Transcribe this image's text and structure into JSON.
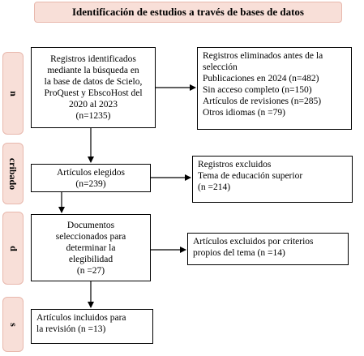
{
  "title": "Identificación de estudios a través de bases de datos",
  "phases": {
    "identification": "n",
    "screening": "cribado",
    "eligibility": "d",
    "included": "s"
  },
  "boxes": {
    "identified": [
      "Registros identificados",
      "mediante la búsqueda en",
      "la base de datos de Scielo,",
      "ProQuest y EbscoHost del",
      "2020 al 2023",
      "(n=1235)"
    ],
    "removed": [
      "Registros eliminados antes de la",
      "selección",
      "Publicaciones en 2024 (n=482)",
      "Sin acceso completo  (n=150)",
      "Artículos de revisiones (n=285)",
      "Otros idiomas (n =79)"
    ],
    "chosen": [
      "Artículos elegidos",
      "(n=239)"
    ],
    "excluded": [
      "Registros excluidos",
      "Tema de educación superior",
      "(n =214)"
    ],
    "selected": [
      "Documentos",
      "seleccionados para",
      "determinar la",
      "elegibilidad",
      "(n =27)"
    ],
    "excluded_criteria": [
      "Artículos excluidos por criterios",
      "propios del tema (n =14)"
    ],
    "included": [
      "Artículos incluidos para",
      "la revisión (n =13)"
    ]
  }
}
